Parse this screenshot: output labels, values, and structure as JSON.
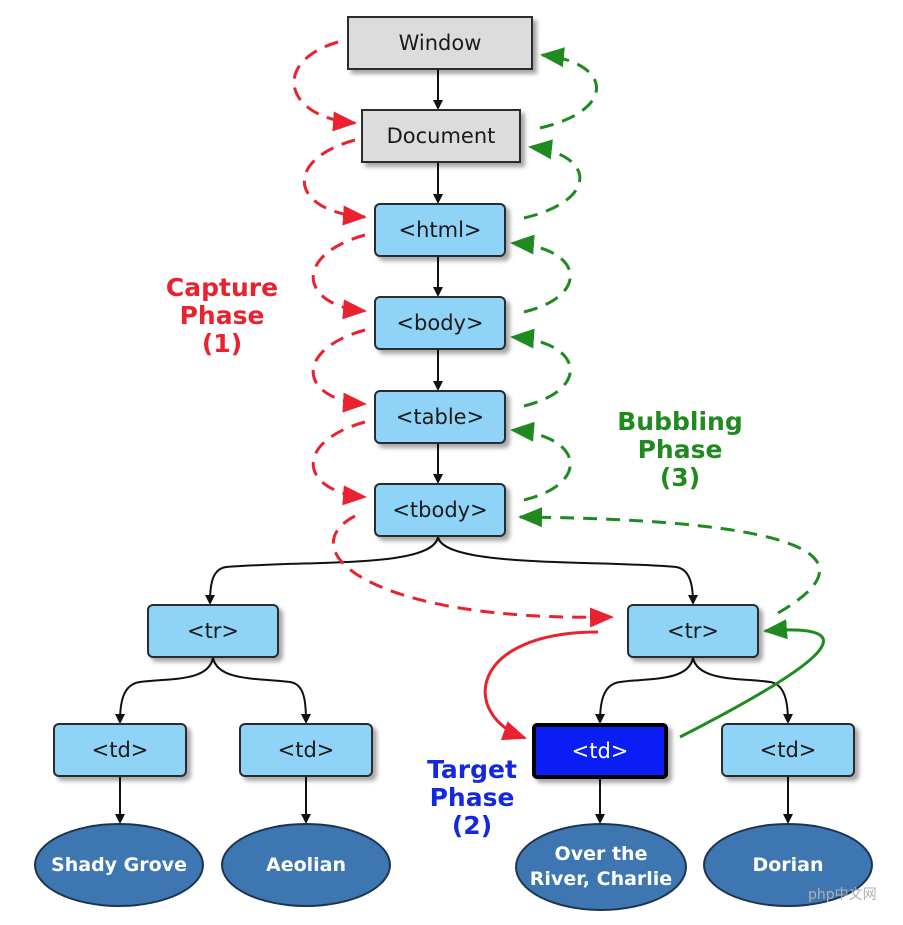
{
  "nodes": {
    "window": "Window",
    "document": "Document",
    "html": "<html>",
    "body": "<body>",
    "table": "<table>",
    "tbody": "<tbody>",
    "tr_left": "<tr>",
    "tr_right": "<tr>",
    "td_1": "<td>",
    "td_2": "<td>",
    "td_target": "<td>",
    "td_4": "<td>"
  },
  "leaves": {
    "leaf_1": "Shady Grove",
    "leaf_2": "Aeolian",
    "leaf_3": "Over the River, Charlie",
    "leaf_4": "Dorian"
  },
  "phases": {
    "capture": {
      "line1": "Capture",
      "line2": "Phase",
      "line3": "(1)"
    },
    "target": {
      "line1": "Target",
      "line2": "Phase",
      "line3": "(2)"
    },
    "bubbling": {
      "line1": "Bubbling",
      "line2": "Phase",
      "line3": "(3)"
    }
  },
  "colors": {
    "capture": "#e8222f",
    "target": "#1428e0",
    "bubbling": "#1f8a1f",
    "node_fill": "#8fd3f7",
    "target_fill": "#0b1df5",
    "leaf_fill": "#3d76b0"
  },
  "watermark": "php中文网"
}
